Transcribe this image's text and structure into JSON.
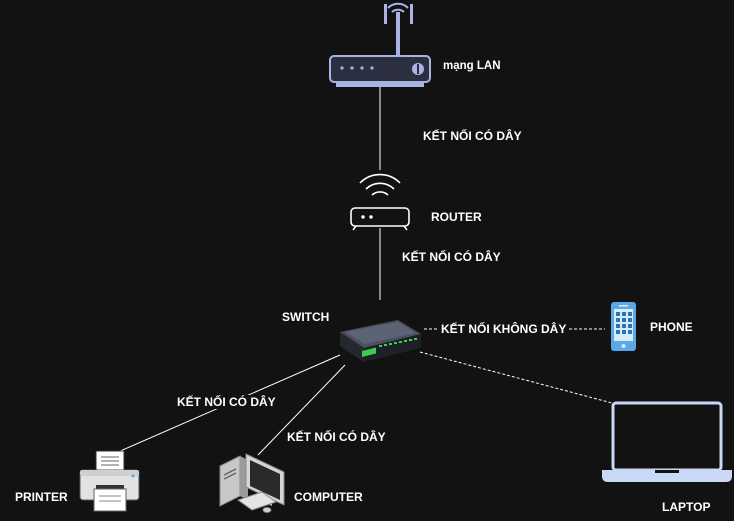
{
  "colors": {
    "background": "#121212",
    "line": "#ffffff",
    "device_dark": "#2b2f3f",
    "device_accent": "#a9b4e4",
    "phone_blue": "#5aa9e6",
    "switch_green": "#3ccf4e"
  },
  "nodes": {
    "modem": {
      "label": "mạng LAN",
      "icon": "modem-icon"
    },
    "router": {
      "label": "ROUTER",
      "icon": "wifi-router-icon"
    },
    "switch": {
      "label": "SWITCH",
      "icon": "network-switch-icon"
    },
    "phone": {
      "label": "PHONE",
      "icon": "smartphone-icon"
    },
    "laptop": {
      "label": "LAPTOP",
      "icon": "laptop-icon"
    },
    "computer": {
      "label": "COMPUTER",
      "icon": "desktop-computer-icon"
    },
    "printer": {
      "label": "PRINTER",
      "icon": "printer-icon"
    }
  },
  "connections": {
    "modem_router": {
      "label": "KẾT NỐI CÓ DÂY",
      "style": "solid"
    },
    "router_switch": {
      "label": "KẾT NỐI CÓ DÂY",
      "style": "solid"
    },
    "switch_phone": {
      "label": "KẾT NỐI KHÔNG DÂY",
      "style": "dashed"
    },
    "switch_laptop": {
      "label": "",
      "style": "dashed"
    },
    "switch_printer": {
      "label": "KẾT NỐI CÓ DÂY",
      "style": "solid"
    },
    "switch_computer": {
      "label": "KẾT NỐI CÓ DÂY",
      "style": "solid"
    }
  }
}
